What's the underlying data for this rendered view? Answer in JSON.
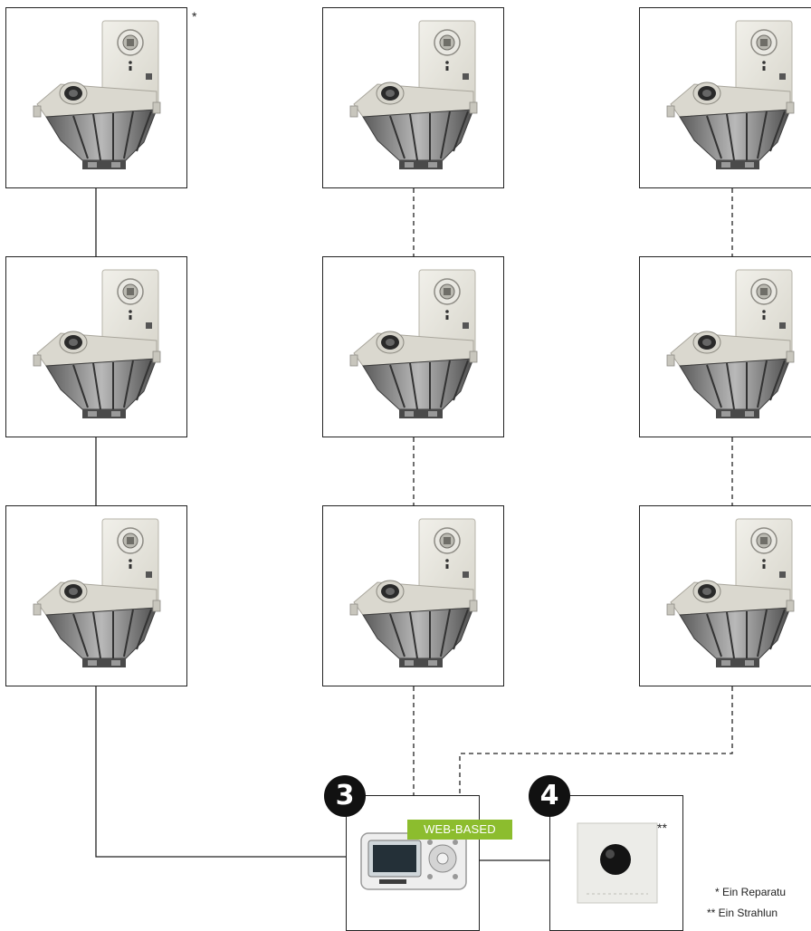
{
  "units": [
    {
      "id": "c1r1"
    },
    {
      "id": "c2r1"
    },
    {
      "id": "c3r1"
    },
    {
      "id": "c1r2"
    },
    {
      "id": "c2r2"
    },
    {
      "id": "c3r2"
    },
    {
      "id": "c1r3"
    },
    {
      "id": "c2r3"
    },
    {
      "id": "c3r3"
    }
  ],
  "markers": {
    "first_unit": "*",
    "sensor": "**"
  },
  "controller": {
    "badge": "3",
    "tag": "WEB-BASED"
  },
  "sensor_module": {
    "badge": "4"
  },
  "footnotes": {
    "note1": "* Ein Reparatu",
    "note2": "** Ein Strahlun"
  },
  "colors": {
    "tag_green": "#8cbd2e",
    "badge_black": "#111111",
    "line": "#222222"
  },
  "connections": {
    "column1": "solid",
    "column2": "dashed",
    "column3": "dashed"
  }
}
